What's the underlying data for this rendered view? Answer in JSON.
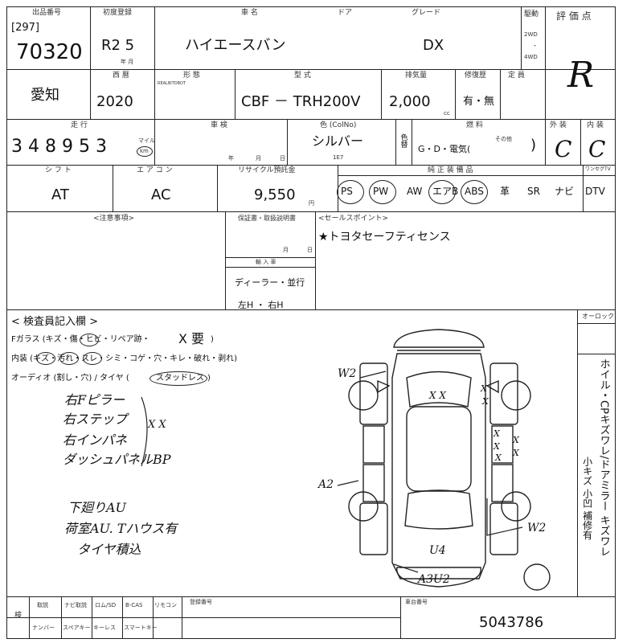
{
  "header": {
    "lot_label": "出品番号",
    "lot_prefix": "[297]",
    "lot_number": "70320",
    "first_reg_label": "初度登録",
    "first_reg_value": "R2 5",
    "first_reg_unit": "年 月",
    "car_name_label": "車 名",
    "car_name": "ハイエースバン",
    "door_label": "ドア",
    "grade_label": "グレード",
    "grade": "DX",
    "drive_label": "駆動",
    "drive_opts": [
      "2WD",
      "・",
      "4WD"
    ],
    "score_label": "評 価 点",
    "score": "R"
  },
  "row2": {
    "region": "愛知",
    "year_label": "西 暦",
    "year": "2020",
    "shape_label": "形 態",
    "shape_sub": "REALBITDBOT",
    "model_label": "型 式",
    "model": "CBF － TRH200V",
    "disp_label": "排気量",
    "disp": "2,000",
    "disp_unit": "cc",
    "repair_label": "修復歴",
    "repair": "有・無",
    "capacity_label": "定 員"
  },
  "row3": {
    "mileage_label": "走 行",
    "mileage": "3 4 8  9 5 3",
    "mile_unit": "マイル",
    "km_unit": "km",
    "shaken_label": "車 検",
    "shaken_units": [
      "年",
      "月",
      "日"
    ],
    "color_label": "色 (ColNo)",
    "color": "シルバー",
    "color_code": "1E7",
    "color_change_label": "色替",
    "fuel_label": "燃 料",
    "fuel": "G・D・電気(",
    "fuel_other": "その他",
    "ext_label": "外 装",
    "ext": "C",
    "int_label": "内 装",
    "int": "C"
  },
  "row4": {
    "shift_label": "シ フ ト",
    "shift": "AT",
    "ac_label": "エ ア コ ン",
    "ac": "AC",
    "recycle_label": "リサイクル預託金",
    "recycle": "9,550",
    "recycle_unit": "円",
    "equip_label": "純 正 装 備 品",
    "equip": [
      "PS",
      "PW",
      "AW",
      "エアB",
      "ABS",
      "革",
      "SR",
      "ナビ",
      "DTV"
    ],
    "equip_circled": [
      "PS",
      "PW",
      "エアB",
      "ABS"
    ],
    "dtv_label": "ワンセグTV"
  },
  "mid": {
    "notes_label": "<注意事項>",
    "warranty_label": "保証書・取扱説明書",
    "warranty_month": "月",
    "warranty_day": "日",
    "import_label": "輸 入 車",
    "import_value": "ディーラー・並行",
    "steering": "左H ・ 右H",
    "sales_label": "<セールスポイント>",
    "sales_point": "★トヨタセーフティセンス"
  },
  "inspection": {
    "title": "< 検査員記入欄 >",
    "line1": "Fガラス (キズ・傷・ヒビ・リペア跡・",
    "line1_mark": "X 要",
    "line1_end": ")",
    "line2": "内装 (キズ・汚れ・スレ・シミ・コゲ・穴・キレ・破れ・剥れ)",
    "line3": "オーディオ (割し・穴) / タイヤ (",
    "line3_tire": "スタッドレス",
    "line3_end": ")",
    "notes": [
      "右Fピラー",
      "右ステップ",
      "右インパネ",
      "ダッシュパネルBP"
    ],
    "notes_mark": "X X",
    "notes2": [
      "下廻りAU",
      "荷室AU. Tハウス有",
      "タイヤ積込"
    ],
    "odometer_label": "オーロック",
    "side_text": "ホイル・CPキズワレ/ドアミラー キズワレ",
    "side_sub": "小キズ 小凹 補修有"
  },
  "diagram": {
    "marks": [
      "W2",
      "A2",
      "W2",
      "U4",
      "A3U2",
      "X X",
      "X",
      "X",
      "X",
      "X",
      "X",
      "X",
      "X"
    ]
  },
  "footer": {
    "check_label": "検",
    "items_top": [
      "取説",
      "ナビ取説",
      "ロム/SD",
      "B-CAS",
      "リモコン"
    ],
    "items_bottom": [
      "ナンバー",
      "スペアキー",
      "キーレス",
      "スマートキー"
    ],
    "serial_label": "登録番号",
    "frame_label": "車台番号",
    "frame_number": "5043786"
  }
}
